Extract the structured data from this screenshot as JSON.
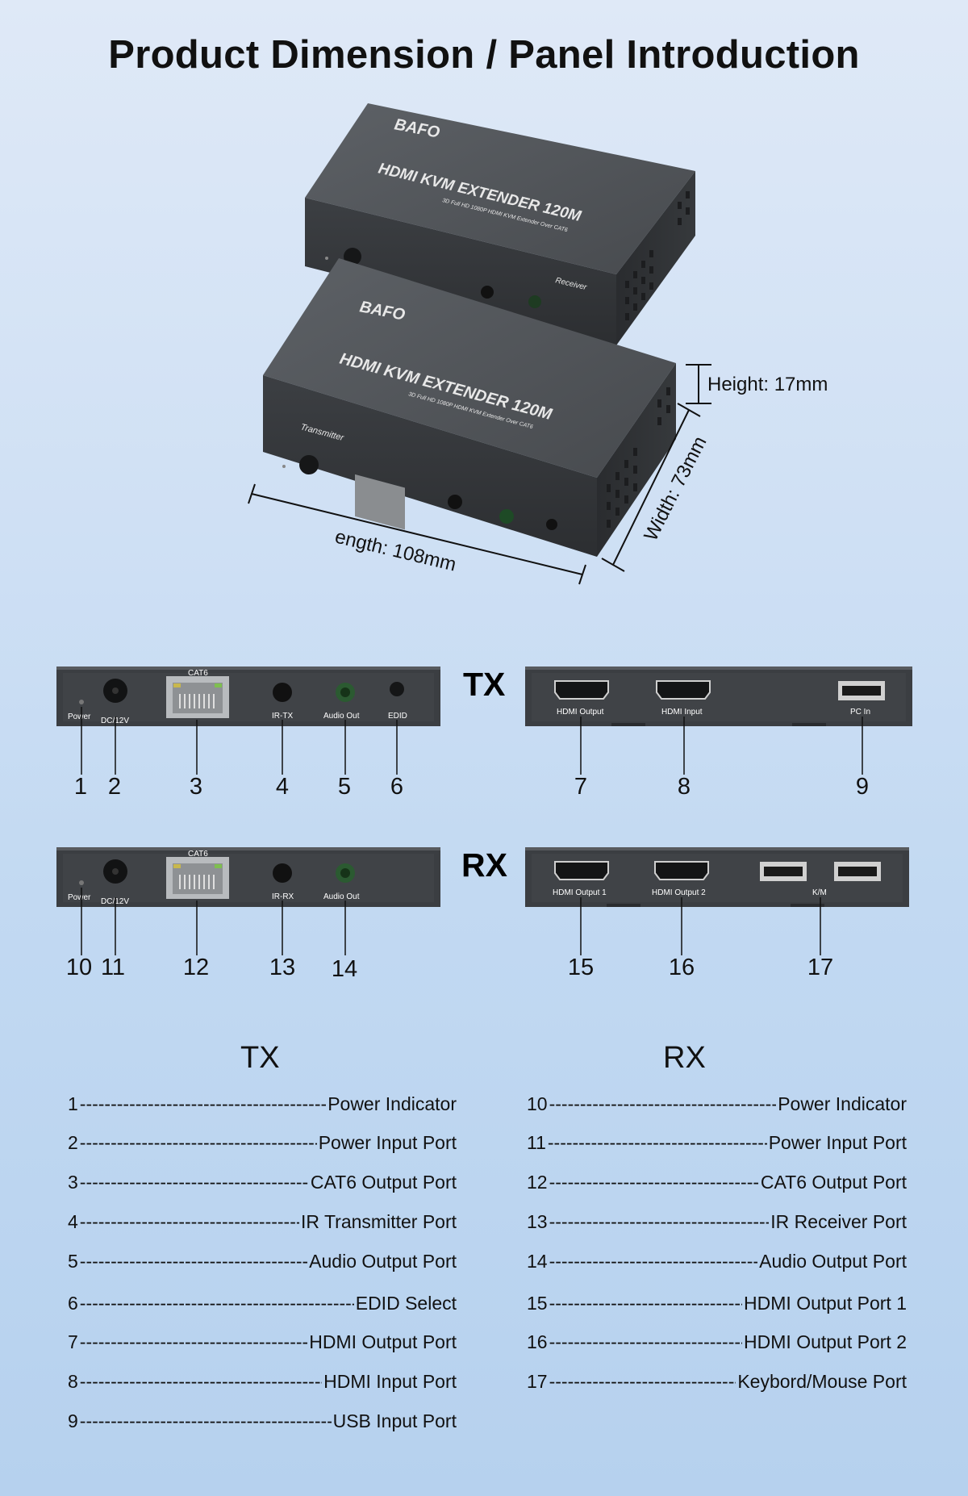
{
  "title": "Product Dimension / Panel Introduction",
  "devices": {
    "brand": "BAFO",
    "product": "HDMI KVM EXTENDER 120M",
    "tagline": "3D Full HD 1080P HDMI KVM Extender Over CAT6",
    "receiver_label": "Receiver",
    "transmitter_label": "Transmitter"
  },
  "dimensions": {
    "height": "Height: 17mm",
    "width": "Width: 73mm",
    "length": "ength: 108mm"
  },
  "panels": {
    "tx_header": "TX",
    "rx_header": "RX",
    "labels": {
      "power": "Power",
      "dc": "DC/12V",
      "cat6": "CAT6",
      "ir_tx": "IR-TX",
      "ir_rx": "IR-RX",
      "audio_out": "Audio Out",
      "edid": "EDID",
      "hdmi_output": "HDMI Output",
      "hdmi_input": "HDMI Input",
      "pc_in": "PC In",
      "hdmi_output_1": "HDMI Output 1",
      "hdmi_output_2": "HDMI Output 2",
      "km": "K/M"
    },
    "tx_front_numbers": [
      "1",
      "2",
      "3",
      "4",
      "5",
      "6"
    ],
    "tx_back_numbers": [
      "7",
      "8",
      "9"
    ],
    "rx_front_numbers": [
      "10",
      "11",
      "12",
      "13",
      "14"
    ],
    "rx_back_numbers": [
      "15",
      "16",
      "17"
    ]
  },
  "legend": {
    "tx_header": "TX",
    "rx_header": "RX",
    "tx": [
      {
        "num": "1",
        "desc": "Power Indicator"
      },
      {
        "num": "2",
        "desc": "Power Input Port"
      },
      {
        "num": "3",
        "desc": "CAT6 Output Port"
      },
      {
        "num": "4",
        "desc": "IR Transmitter Port"
      },
      {
        "num": "5",
        "desc": "Audio Output Port"
      },
      {
        "num": "6",
        "desc": "EDID Select"
      },
      {
        "num": "7",
        "desc": "HDMI Output Port"
      },
      {
        "num": "8",
        "desc": "HDMI Input Port"
      },
      {
        "num": "9",
        "desc": "USB Input Port"
      }
    ],
    "rx": [
      {
        "num": "10",
        "desc": "Power Indicator"
      },
      {
        "num": "11",
        "desc": "Power Input Port"
      },
      {
        "num": "12",
        "desc": "CAT6 Output Port"
      },
      {
        "num": "13",
        "desc": "IR Receiver Port"
      },
      {
        "num": "14",
        "desc": "Audio Output Port"
      },
      {
        "num": "15",
        "desc": "HDMI Output Port 1"
      },
      {
        "num": "16",
        "desc": "HDMI Output Port 2"
      },
      {
        "num": "17",
        "desc": "Keybord/Mouse Port"
      }
    ]
  }
}
